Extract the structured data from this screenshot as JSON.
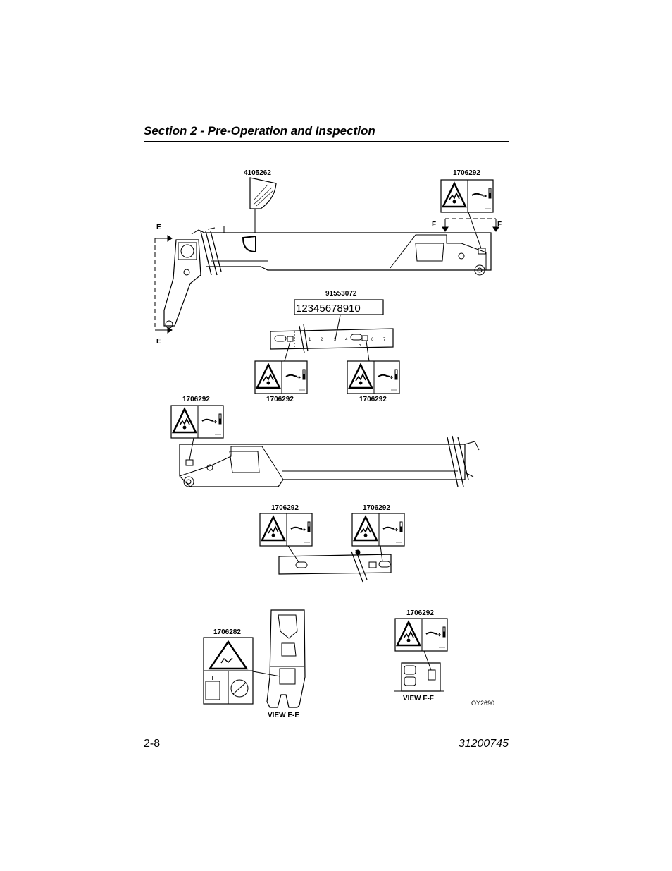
{
  "header": {
    "title": "Section 2 - Pre-Operation and Inspection"
  },
  "labels": {
    "angle_decal": "4105262",
    "top_right_decal": "1706292",
    "number_decal": "91553072",
    "number_strip": "12345678910",
    "mid_left_decal": "1706292",
    "mid_right_decal": "1706292",
    "upper_left_decal": "1706292",
    "lower_left_decal": "1706292",
    "lower_right_decal": "1706292",
    "view_ff_decal": "1706292",
    "view_ee_decal": "1706282",
    "section_e_top": "E",
    "section_e_bottom": "E",
    "section_f_left": "F",
    "section_f_right": "F",
    "view_ee": "VIEW E-E",
    "view_ff": "VIEW F-F",
    "figure_id": "OY2690",
    "boom_marks": [
      "1",
      "2",
      "3",
      "4",
      "5",
      "6",
      "7"
    ]
  },
  "footer": {
    "page": "2-8",
    "doc_number": "31200745"
  }
}
